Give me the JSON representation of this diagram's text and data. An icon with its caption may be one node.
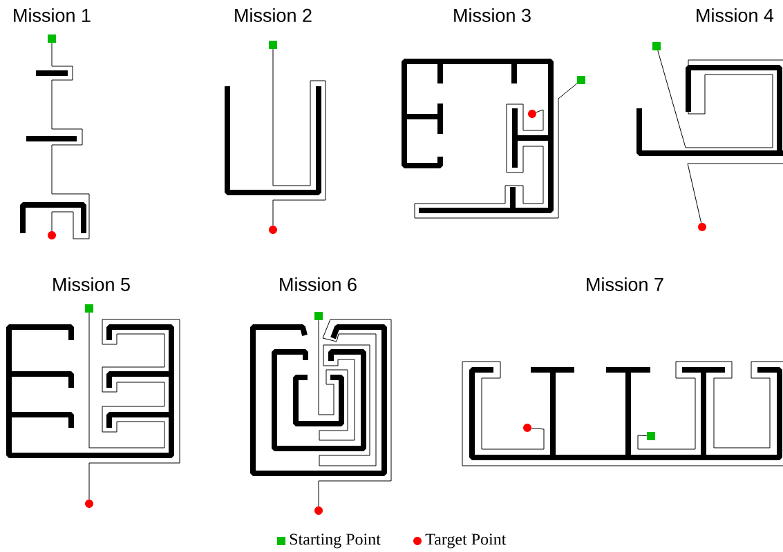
{
  "diagram": {
    "nodes": [
      {
        "text": [],
        "shape": "box"
      },
      {
        "text": [],
        "shape": "circle"
      },
      {
        "text": [],
        "shape": "box"
      },
      {
        "text": [],
        "shape": "circle"
      },
      {
        "text": [],
        "shape": "box"
      },
      {
        "text": [],
        "shape": "circle"
      },
      {
        "text": [],
        "shape": "box"
      },
      {
        "text": [],
        "shape": "circle"
      },
      {
        "text": [],
        "shape": "box"
      },
      {
        "text": [],
        "shape": "circle"
      },
      {
        "text": [],
        "shape": "box"
      },
      {
        "text": [],
        "shape": "circle"
      },
      {
        "text": [],
        "shape": "box"
      },
      {
        "text": [],
        "shape": "circle"
      }
    ],
    "edges": [
      {
        "from": 0,
        "to": 1,
        "arrow": "none"
      },
      {
        "from": 2,
        "to": 3,
        "arrow": "none"
      },
      {
        "from": 4,
        "to": 5,
        "arrow": "none"
      },
      {
        "from": 6,
        "to": 7,
        "arrow": "none"
      },
      {
        "from": 8,
        "to": 9,
        "arrow": "none"
      },
      {
        "from": 10,
        "to": 11,
        "arrow": "none"
      },
      {
        "from": 12,
        "to": 13,
        "arrow": "none"
      }
    ],
    "labels": [
      "Mission 1",
      "Mission 2",
      "Mission 3",
      "Mission 4",
      "Mission 5",
      "Mission 6",
      "Mission 7"
    ],
    "legend": [
      {
        "text": "Starting Point",
        "color": "#00bb00"
      },
      {
        "text": "Target Point",
        "color": "#ff0000"
      }
    ]
  }
}
